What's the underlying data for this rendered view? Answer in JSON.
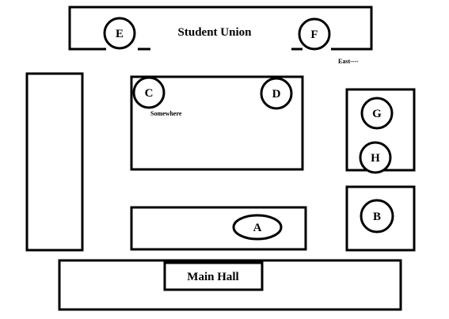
{
  "buildings": {
    "student_union": "Student Union",
    "main_hall": "Main Hall"
  },
  "markers": {
    "a": "A",
    "b": "B",
    "c": "C",
    "d": "D",
    "e": "E",
    "f": "F",
    "g": "G",
    "h": "H"
  },
  "annotations": {
    "somewhere": "Somewhere",
    "east": "East----"
  },
  "colors": {
    "stroke": "#000000",
    "fill": "#ffffff"
  }
}
